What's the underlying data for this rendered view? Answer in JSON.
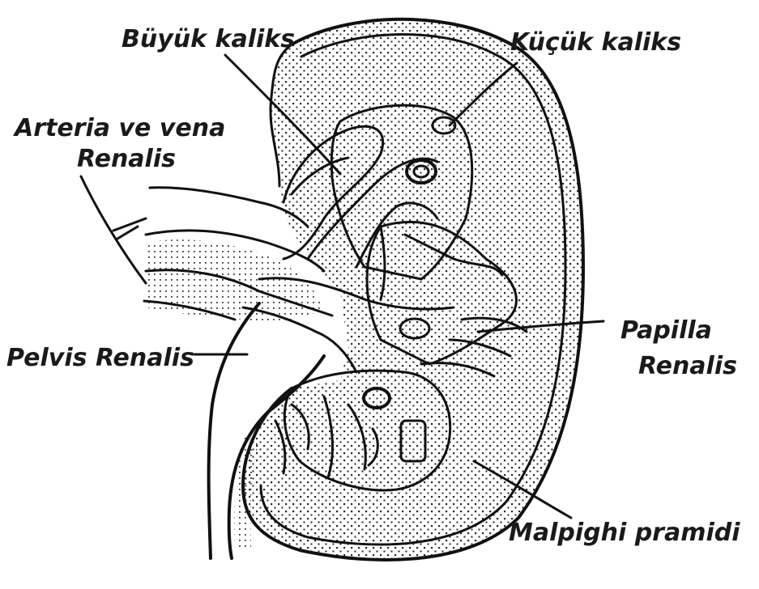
{
  "labels": {
    "buyuk_kaliks": "Büyük kaliks",
    "kucuk_kaliks": "Küçük kaliks",
    "arteria_line1": "Arteria ve vena",
    "arteria_line2": "Renalis",
    "pelvis": "Pelvis Renalis",
    "papilla_line1": "Papilla",
    "papilla_line2": "Renalis",
    "malpighi": "Malpighi pramidi"
  },
  "colors": {
    "ink": "#111111",
    "background": "#ffffff"
  }
}
